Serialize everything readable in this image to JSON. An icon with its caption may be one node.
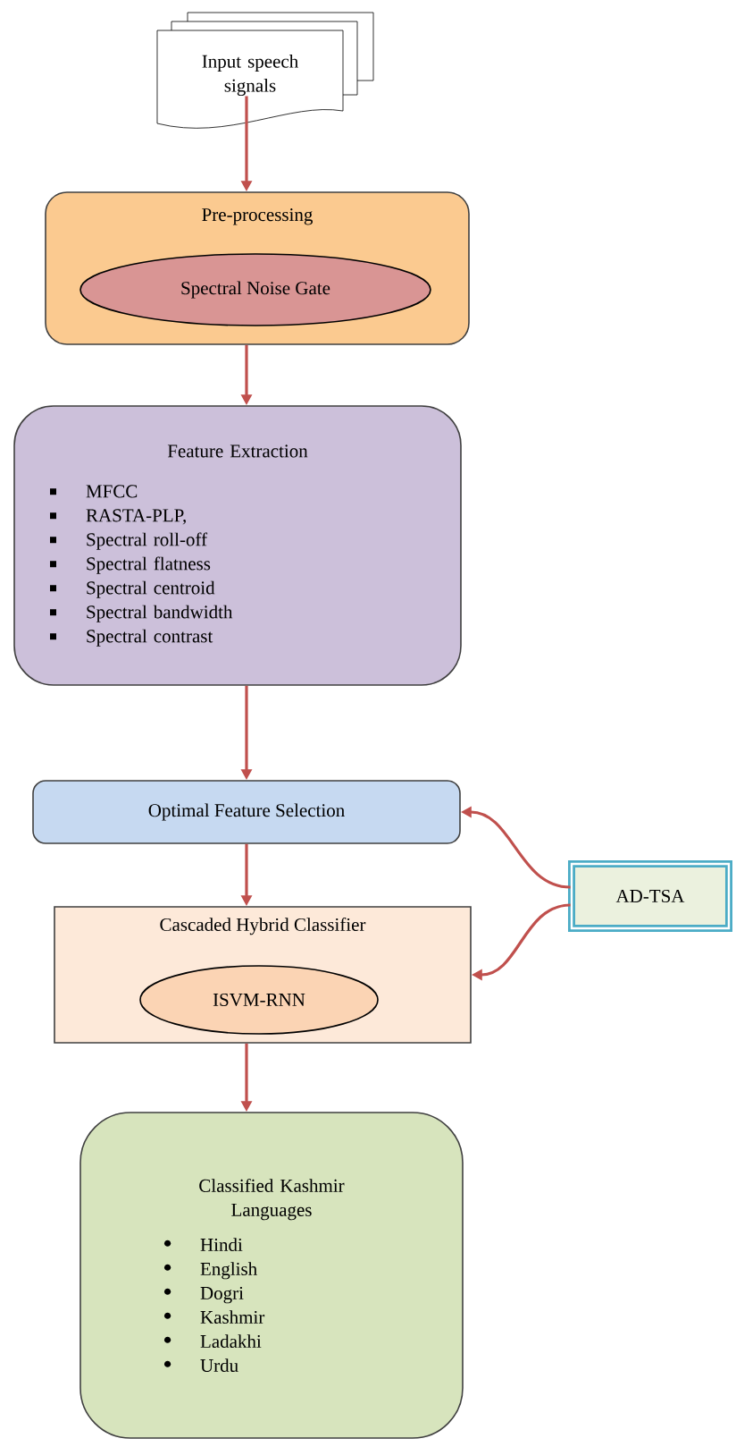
{
  "diagram": {
    "nodes": [
      {
        "text": [
          "Input speech signals"
        ]
      },
      {
        "text": [
          "Pre-processing"
        ]
      },
      {
        "text": [
          "Spectral Noise Gate"
        ],
        "in": 1
      },
      {
        "text": [
          "Feature Extraction",
          "MFCC",
          "RASTA-PLP,",
          "Spectral roll-off",
          "Spectral flatness",
          "Spectral centroid",
          "Spectral bandwidth",
          "Spectral contrast"
        ]
      },
      {
        "text": [
          "Optimal Feature Selection"
        ]
      },
      {
        "text": [
          "Cascaded Hybrid Classifier"
        ]
      },
      {
        "text": [
          "ISVM-RNN"
        ],
        "in": 5
      },
      {
        "text": [
          "Classified Kashmir Languages",
          "Hindi",
          "English",
          "Dogri",
          "Kashmir",
          "Ladakhi",
          "Urdu"
        ]
      },
      {
        "text": [
          "AD-TSA"
        ]
      }
    ],
    "edges": [
      {
        "from": 0,
        "to": 1,
        "arrow": "to"
      },
      {
        "from": 1,
        "to": 3,
        "arrow": "to"
      },
      {
        "from": 3,
        "to": 4,
        "arrow": "to"
      },
      {
        "from": 4,
        "to": 5,
        "arrow": "to"
      },
      {
        "from": 5,
        "to": 7,
        "arrow": "to"
      },
      {
        "from": 8,
        "to": 4,
        "arrow": "to"
      },
      {
        "from": 8,
        "to": 5,
        "arrow": "to"
      }
    ]
  }
}
